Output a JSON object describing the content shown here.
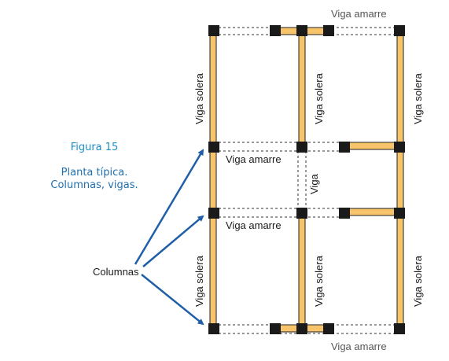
{
  "figure": {
    "number": "Figura 15",
    "subtitle_line1": "Planta típica.",
    "subtitle_line2": "Columnas, vigas."
  },
  "labels": {
    "columnas": "Columnas",
    "viga_amarre": "Viga amarre",
    "viga_solera": "Viga solera",
    "viga_solera_spaced": "Viga  solera",
    "viga": "Viga"
  },
  "colors": {
    "beam_fill": "#f7c46b",
    "beam_stroke": "#222222",
    "column": "#1a1a1a",
    "arrow": "#1f5fa8",
    "caption": "#1a8fc9"
  }
}
